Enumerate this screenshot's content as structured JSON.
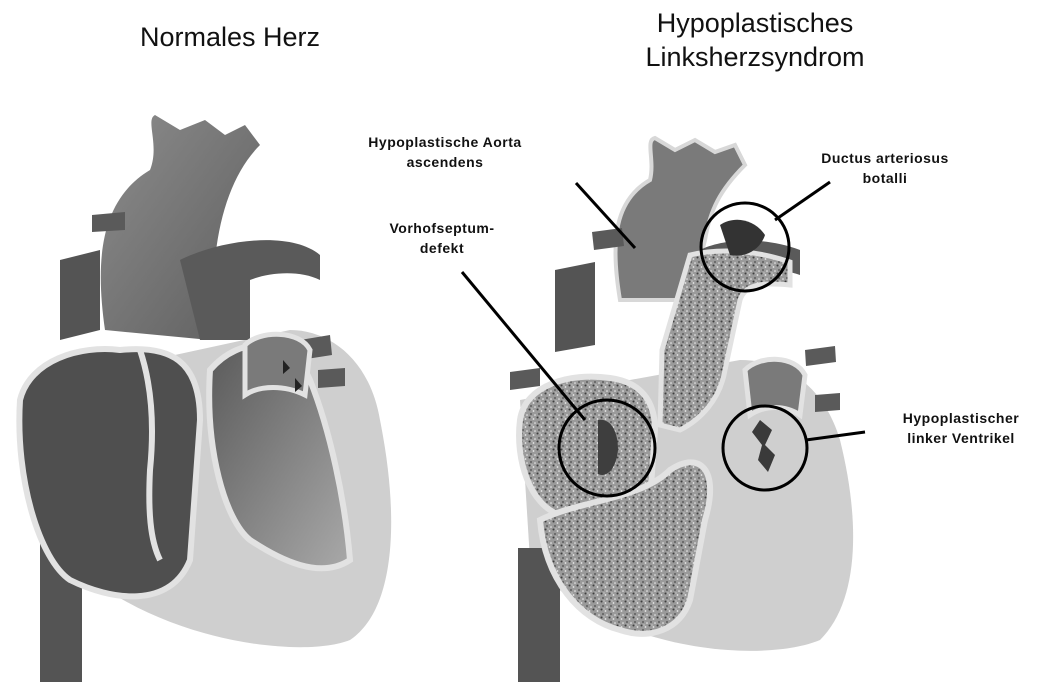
{
  "titles": {
    "normal": "Normales Herz",
    "hlhs_line1": "Hypoplastisches",
    "hlhs_line2": "Linksherzsyndrom"
  },
  "labels": {
    "aorta_line1": "Hypoplastische Aorta",
    "aorta_line2": "ascendens",
    "ductus_line1": "Ductus arteriosus",
    "ductus_line2": "botalli",
    "septum_line1": "Vorhofseptum-",
    "septum_line2": "defekt",
    "lv_line1": "Hypoplastischer",
    "lv_line2": "linker Ventrikel"
  },
  "colors": {
    "dark_vessel": "#545454",
    "mid_gray": "#7a7a7a",
    "light_tissue": "#cfcfcf",
    "wall_outline": "#e2e2e2",
    "speckle": "#8a8a8a",
    "callout": "#000000"
  }
}
